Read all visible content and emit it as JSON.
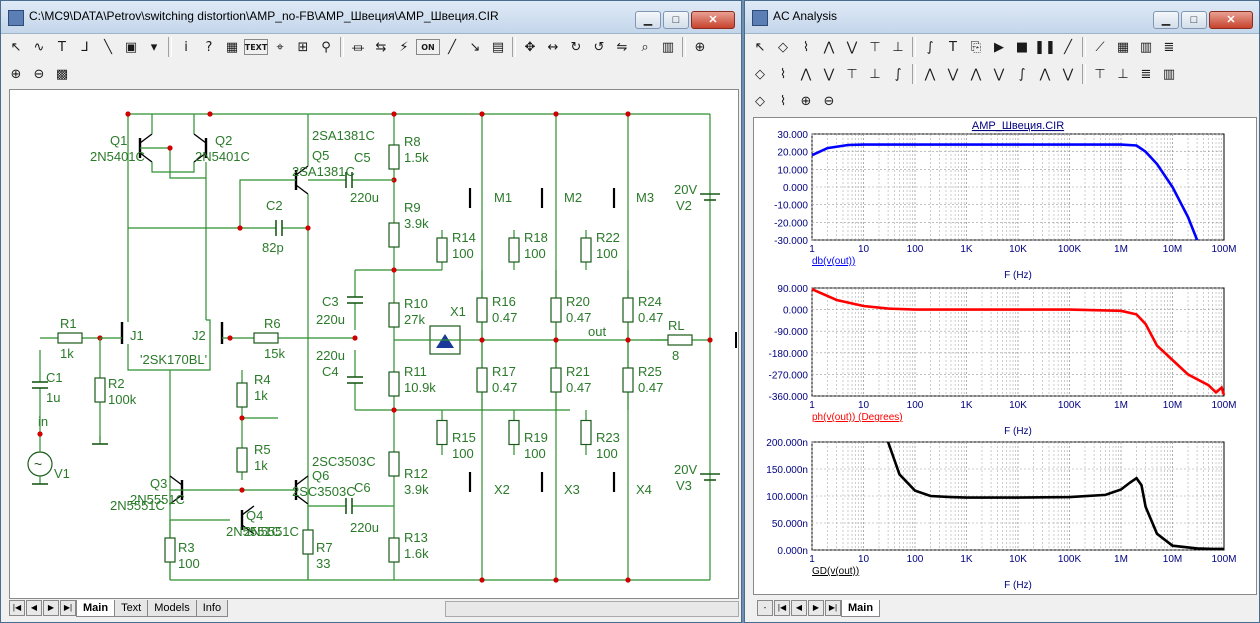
{
  "schematic_window": {
    "title": "C:\\MC9\\DATA\\Petrov\\switching distortion\\AMP_no-FB\\AMP_Швеция\\AMP_Швеция.CIR",
    "tabs": [
      "Main",
      "Text",
      "Models",
      "Info"
    ],
    "active_tab": "Main",
    "toolbar1_icons": [
      "select-arrow-icon",
      "wire-icon",
      "text-T-icon",
      "wire-corner-icon",
      "diagonal-wire-icon",
      "info-icon",
      "triangle-icon",
      "info-i-icon",
      "help-icon",
      "grid-icon",
      "text-button-icon",
      "node-icon",
      "pin-icon",
      "probe-icon",
      "resistor-icon",
      "arrows-icon",
      "voltage-icon",
      "on-icon",
      "line-icon",
      "pointer-icon",
      "window-icon",
      "move-icon",
      "flip-icon",
      "rotate-cw-icon",
      "rotate-ccw-icon",
      "mirror-icon",
      "binoculars-icon",
      "table-icon",
      "component-icon"
    ],
    "toolbar2_icons": [
      "zoom-in-icon",
      "zoom-out-icon",
      "camera-icon"
    ],
    "components": {
      "Q1": {
        "ref": "Q1",
        "model": "2N5401C"
      },
      "Q2": {
        "ref": "Q2",
        "model": "2N5401C"
      },
      "Q3": {
        "ref": "Q3",
        "model": "2N5551C"
      },
      "Q4": {
        "ref": "Q4",
        "model": "2N5551C"
      },
      "Q5": {
        "ref": "Q5",
        "model": "2SA1381C"
      },
      "Q6": {
        "ref": "Q6",
        "model": "2SC3503C"
      },
      "J1": {
        "ref": "J1",
        "model": "'2SK170BL'"
      },
      "J2": {
        "ref": "J2"
      },
      "R1": {
        "ref": "R1",
        "value": "1k"
      },
      "R2": {
        "ref": "R2",
        "value": "100k"
      },
      "R3": {
        "ref": "R3",
        "value": "100"
      },
      "R4": {
        "ref": "R4",
        "value": "1k"
      },
      "R5": {
        "ref": "R5",
        "value": "1k"
      },
      "R6": {
        "ref": "R6",
        "value": "15k"
      },
      "R7": {
        "ref": "R7",
        "value": "33"
      },
      "R8": {
        "ref": "R8",
        "value": "1.5k"
      },
      "R9": {
        "ref": "R9",
        "value": "3.9k"
      },
      "R10": {
        "ref": "R10",
        "value": "27k"
      },
      "R11": {
        "ref": "R11",
        "value": "10.9k"
      },
      "R12": {
        "ref": "R12",
        "value": "3.9k"
      },
      "R13": {
        "ref": "R13",
        "value": "1.6k"
      },
      "R14": {
        "ref": "R14",
        "value": "100"
      },
      "R15": {
        "ref": "R15",
        "value": "100"
      },
      "R16": {
        "ref": "R16",
        "value": "0.47"
      },
      "R17": {
        "ref": "R17",
        "value": "0.47"
      },
      "R18": {
        "ref": "R18",
        "value": "100"
      },
      "R19": {
        "ref": "R19",
        "value": "100"
      },
      "R20": {
        "ref": "R20",
        "value": "0.47"
      },
      "R21": {
        "ref": "R21",
        "value": "0.47"
      },
      "R22": {
        "ref": "R22",
        "value": "100"
      },
      "R23": {
        "ref": "R23",
        "value": "100"
      },
      "R24": {
        "ref": "R24",
        "value": "0.47"
      },
      "R25": {
        "ref": "R25",
        "value": "0.47"
      },
      "RL": {
        "ref": "RL",
        "value": "8"
      },
      "C1": {
        "ref": "C1",
        "value": "1u"
      },
      "C2": {
        "ref": "C2",
        "value": "82p"
      },
      "C3": {
        "ref": "C3",
        "value": "220u"
      },
      "C4": {
        "ref": "C4",
        "value": "220u"
      },
      "C5": {
        "ref": "C5",
        "value": "220u"
      },
      "C6": {
        "ref": "C6",
        "value": "220u"
      },
      "V1": {
        "ref": "V1"
      },
      "V2": {
        "ref": "V2",
        "value": "20V"
      },
      "V3": {
        "ref": "V3",
        "value": "20V"
      },
      "M1": {
        "ref": "M1"
      },
      "M2": {
        "ref": "M2"
      },
      "M3": {
        "ref": "M3"
      },
      "X1": {
        "ref": "X1"
      },
      "X2": {
        "ref": "X2"
      },
      "X3": {
        "ref": "X3"
      },
      "X4": {
        "ref": "X4"
      }
    },
    "node_labels": {
      "in": "in",
      "out": "out"
    }
  },
  "analysis_window": {
    "title": "AC Analysis",
    "tabs": [
      "Main"
    ],
    "active_tab": "Main",
    "toolbar_icons": [
      "select-arrow-icon",
      "scale-icon",
      "graph-icon",
      "peak-icon",
      "valley-icon",
      "high-icon",
      "low-icon",
      "inflection-icon",
      "text-T-icon",
      "copy-icon",
      "run-icon",
      "stop-icon",
      "pause-icon",
      "line-icon",
      "slope-icon",
      "grid-icon",
      "table-icon",
      "data-icon"
    ],
    "plot_title": "AMP_Швеция.CIR"
  },
  "chart_data": [
    {
      "type": "line",
      "title": "AMP_Швеция.CIR",
      "series": [
        {
          "name": "db(v(out))",
          "color": "#0000ff",
          "x": [
            1,
            2,
            5,
            10,
            100,
            1000,
            10000,
            100000,
            1000000,
            2000000,
            3000000,
            5000000,
            10000000,
            20000000,
            30000000
          ],
          "values": [
            18,
            22,
            23.8,
            24,
            24,
            24,
            24,
            24,
            24,
            23.5,
            20,
            13,
            0,
            -17,
            -30
          ]
        }
      ],
      "xlabel": "F (Hz)",
      "ylabel": "db(v(out))",
      "xscale": "log",
      "xlim": [
        1,
        100000000
      ],
      "ylim": [
        -30,
        30
      ],
      "xticks": [
        "1",
        "10",
        "100",
        "1K",
        "10K",
        "100K",
        "1M",
        "10M",
        "100M"
      ],
      "yticks": [
        "30.000",
        "20.000",
        "10.000",
        "0.000",
        "-10.000",
        "-20.000",
        "-30.000"
      ],
      "grid": true
    },
    {
      "type": "line",
      "series": [
        {
          "name": "ph(v(out)) (Degrees)",
          "color": "#ff0000",
          "x": [
            1,
            3,
            10,
            30,
            100,
            1000,
            10000,
            100000,
            1000000,
            2000000,
            3000000,
            5000000,
            10000000,
            20000000,
            50000000,
            70000000,
            90000000,
            100000000
          ],
          "values": [
            85,
            40,
            15,
            4,
            0,
            0,
            0,
            0,
            -5,
            -20,
            -60,
            -150,
            -210,
            -270,
            -315,
            -345,
            -325,
            -355
          ]
        }
      ],
      "xlabel": "F (Hz)",
      "ylabel": "ph(v(out)) (Degrees)",
      "xscale": "log",
      "xlim": [
        1,
        100000000
      ],
      "ylim": [
        -360,
        90
      ],
      "xticks": [
        "1",
        "10",
        "100",
        "1K",
        "10K",
        "100K",
        "1M",
        "10M",
        "100M"
      ],
      "yticks": [
        "90.000",
        "0.000",
        "-90.000",
        "-180.000",
        "-270.000",
        "-360.000"
      ],
      "grid": true
    },
    {
      "type": "line",
      "series": [
        {
          "name": "GD(v(out))",
          "color": "#000000",
          "x": [
            30,
            50,
            100,
            200,
            500,
            1000,
            10000,
            100000,
            500000,
            1000000,
            1500000,
            2000000,
            2500000,
            3000000,
            5000000,
            10000000,
            30000000,
            60000000,
            100000000
          ],
          "values": [
            200,
            140,
            110,
            100,
            98,
            97,
            97,
            98,
            102,
            112,
            125,
            133,
            120,
            80,
            30,
            8,
            3,
            2,
            2
          ]
        }
      ],
      "xlabel": "F (Hz)",
      "ylabel": "GD(v(out))",
      "xscale": "log",
      "xlim": [
        1,
        100000000
      ],
      "ylim": [
        0,
        200
      ],
      "xticks": [
        "1",
        "10",
        "100",
        "1K",
        "10K",
        "100K",
        "1M",
        "10M",
        "100M"
      ],
      "yticks": [
        "200.000n",
        "150.000n",
        "100.000n",
        "50.000n",
        "0.000n"
      ],
      "grid": true
    }
  ]
}
